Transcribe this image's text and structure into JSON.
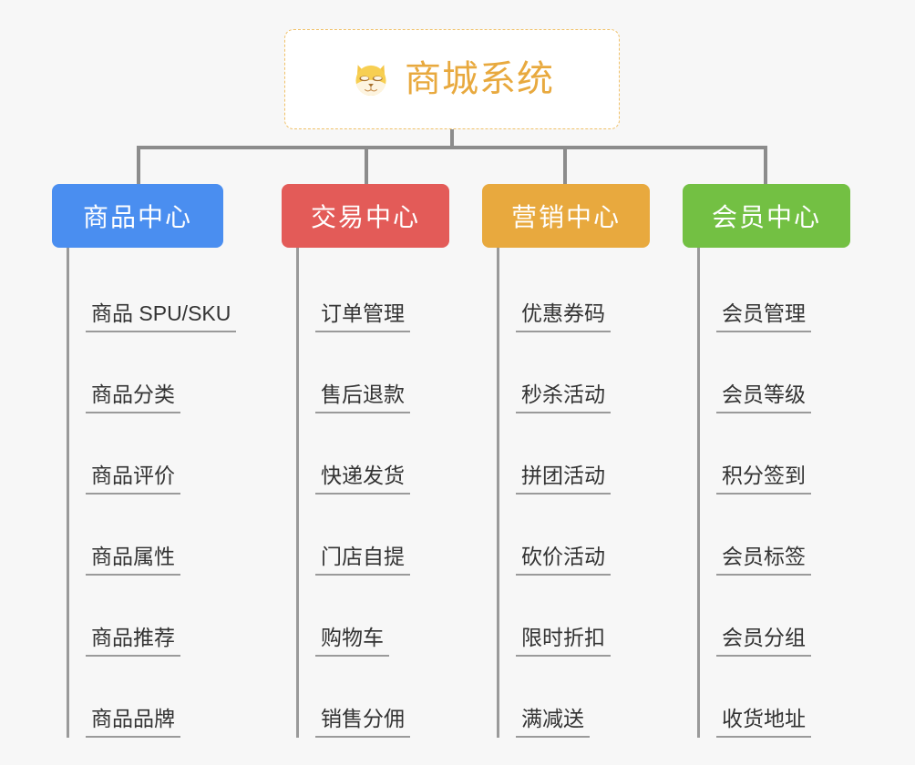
{
  "page": {
    "background_color": "#f7f7f7",
    "root": {
      "icon": "dog-face-icon",
      "title": "商城系统",
      "title_color": "#e8a93e",
      "border_color": "#f0c169",
      "background_color": "#ffffff"
    }
  },
  "columns": [
    {
      "id": "product-center",
      "title": "商品中心",
      "color": "#4a8ef0",
      "items": [
        "商品 SPU/SKU",
        "商品分类",
        "商品评价",
        "商品属性",
        "商品推荐",
        "商品品牌"
      ]
    },
    {
      "id": "trade-center",
      "title": "交易中心",
      "color": "#e35b58",
      "items": [
        "订单管理",
        "售后退款",
        "快递发货",
        "门店自提",
        "购物车",
        "销售分佣"
      ]
    },
    {
      "id": "marketing-center",
      "title": "营销中心",
      "color": "#e8a93e",
      "items": [
        "优惠券码",
        "秒杀活动",
        "拼团活动",
        "砍价活动",
        "限时折扣",
        "满减送"
      ]
    },
    {
      "id": "member-center",
      "title": "会员中心",
      "color": "#73c043",
      "items": [
        "会员管理",
        "会员等级",
        "积分签到",
        "会员标签",
        "会员分组",
        "收货地址"
      ]
    }
  ]
}
